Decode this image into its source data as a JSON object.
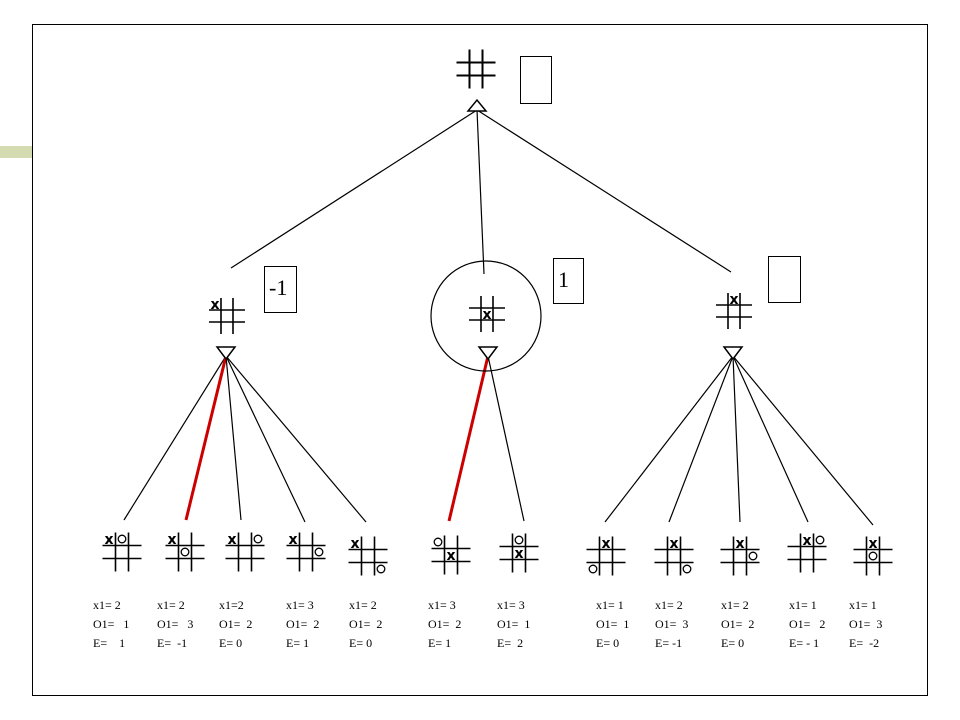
{
  "root": {
    "value": "",
    "board": [
      "",
      "",
      "",
      "",
      "",
      "",
      "",
      "",
      ""
    ]
  },
  "level1": [
    {
      "value": "-1",
      "board": [
        "x",
        "",
        "",
        "",
        "",
        "",
        "",
        "",
        ""
      ],
      "circled": false,
      "best_child": 1
    },
    {
      "value": "1",
      "board": [
        "",
        "",
        "",
        "",
        "x",
        "",
        "",
        "",
        ""
      ],
      "circled": true,
      "best_child": 0
    },
    {
      "value": "",
      "board": [
        "",
        "x",
        "",
        "",
        "",
        "",
        "",
        "",
        ""
      ],
      "circled": false,
      "best_child": null
    }
  ],
  "leaves": [
    {
      "parent": 0,
      "board": [
        "x",
        "o",
        "",
        "",
        "",
        "",
        "",
        "",
        ""
      ],
      "x_line": "x1= 2",
      "o_line": "O1=   1",
      "e_line": "E=    1"
    },
    {
      "parent": 0,
      "board": [
        "x",
        "",
        "",
        "",
        "o",
        "",
        "",
        "",
        ""
      ],
      "x_line": "x1= 2",
      "o_line": "O1=   3",
      "e_line": "E=  -1"
    },
    {
      "parent": 0,
      "board": [
        "x",
        "",
        "o",
        "",
        "",
        "",
        "",
        "",
        ""
      ],
      "x_line": "x1=2",
      "o_line": "O1=  2",
      "e_line": "E= 0"
    },
    {
      "parent": 0,
      "board": [
        "x",
        "",
        "",
        "",
        "",
        "o",
        "",
        "",
        ""
      ],
      "x_line": "x1= 3",
      "o_line": "O1=  2",
      "e_line": "E= 1"
    },
    {
      "parent": 0,
      "board": [
        "x",
        "",
        "",
        "",
        "",
        "",
        "",
        "",
        "o"
      ],
      "x_line": "x1= 2",
      "o_line": "O1=  2",
      "e_line": "E= 0"
    },
    {
      "parent": 1,
      "board": [
        "o",
        "",
        "",
        "",
        "x",
        "",
        "",
        "",
        ""
      ],
      "x_line": "x1= 3",
      "o_line": "O1=  2",
      "e_line": "E= 1"
    },
    {
      "parent": 1,
      "board": [
        "",
        "o",
        "",
        "",
        "x",
        "",
        "",
        "",
        ""
      ],
      "x_line": "x1= 3",
      "o_line": "O1=  1",
      "e_line": "E=  2"
    },
    {
      "parent": 2,
      "board": [
        "",
        "x",
        "",
        "",
        "",
        "",
        "o",
        "",
        ""
      ],
      "x_line": "x1= 1",
      "o_line": "O1=  1",
      "e_line": "E= 0"
    },
    {
      "parent": 2,
      "board": [
        "",
        "x",
        "",
        "",
        "",
        "",
        "",
        "",
        "o"
      ],
      "x_line": "x1= 2",
      "o_line": "O1=  3",
      "e_line": "E= -1"
    },
    {
      "parent": 2,
      "board": [
        "",
        "x",
        "",
        "",
        "",
        "o",
        "",
        "",
        ""
      ],
      "x_line": "x1= 2",
      "o_line": "O1=  2",
      "e_line": "E= 0"
    },
    {
      "parent": 2,
      "board": [
        "",
        "x",
        "o",
        "",
        "",
        "",
        "",
        "",
        ""
      ],
      "x_line": "x1= 1",
      "o_line": "O1=   2",
      "e_line": "E= - 1"
    },
    {
      "parent": 2,
      "board": [
        "",
        "x",
        "",
        "",
        "o",
        "",
        "",
        "",
        ""
      ],
      "x_line": "x1= 1",
      "o_line": "O1=  3",
      "e_line": "E=  -2"
    }
  ],
  "colors": {
    "line": "#000000",
    "highlight_edge": "#cc0000",
    "accent_bar": "#d5dbb0"
  },
  "icons": {
    "max_node": "triangle-up-icon",
    "min_node": "triangle-down-icon"
  }
}
